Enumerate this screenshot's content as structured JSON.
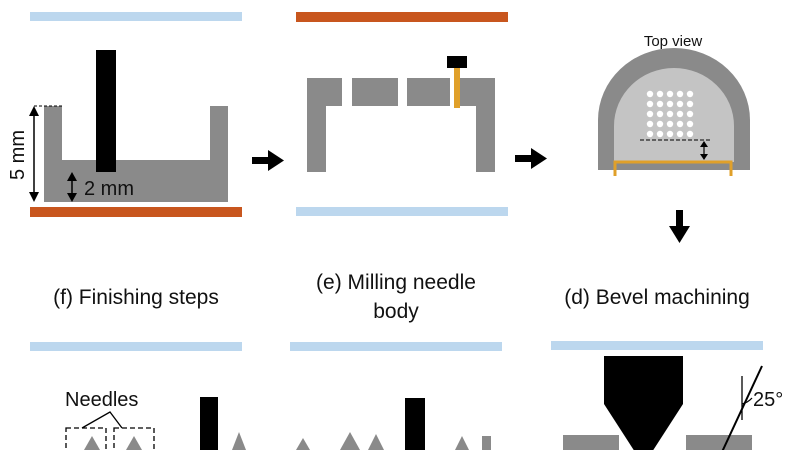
{
  "colors": {
    "blue_plate": "#bcd7ee",
    "orange_plate": "#c8561e",
    "gray_body": "#8a8a8a",
    "light_gray": "#c4c4c4",
    "tool_black": "#000000",
    "gold_outline": "#e0a02a"
  },
  "labels": {
    "dim_5mm": "5 mm",
    "dim_2mm": "2 mm",
    "top_view": "Top view",
    "finishing": "(f) Finishing steps",
    "milling_line1": "(e) Milling needle",
    "milling_line2": "body",
    "bevel": "(d) Bevel machining",
    "needles": "Needles",
    "angle": "25°"
  },
  "icons": {
    "arrow_right_1": "arrow-right-icon",
    "arrow_right_2": "arrow-right-icon",
    "arrow_down": "arrow-down-icon"
  }
}
